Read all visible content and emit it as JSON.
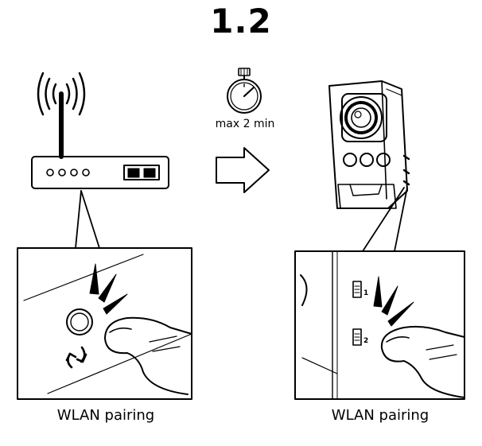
{
  "step": {
    "number": "1.2"
  },
  "timer": {
    "label": "max 2 min",
    "icon": "stopwatch-icon"
  },
  "router": {
    "caption": "WLAN pairing",
    "icon": "wireless-router-icon"
  },
  "camera": {
    "caption": "WLAN pairing",
    "icon": "network-camera-icon",
    "slot_labels": [
      "1",
      "2"
    ]
  },
  "colors": {
    "ink": "#000000",
    "paper": "#ffffff"
  }
}
